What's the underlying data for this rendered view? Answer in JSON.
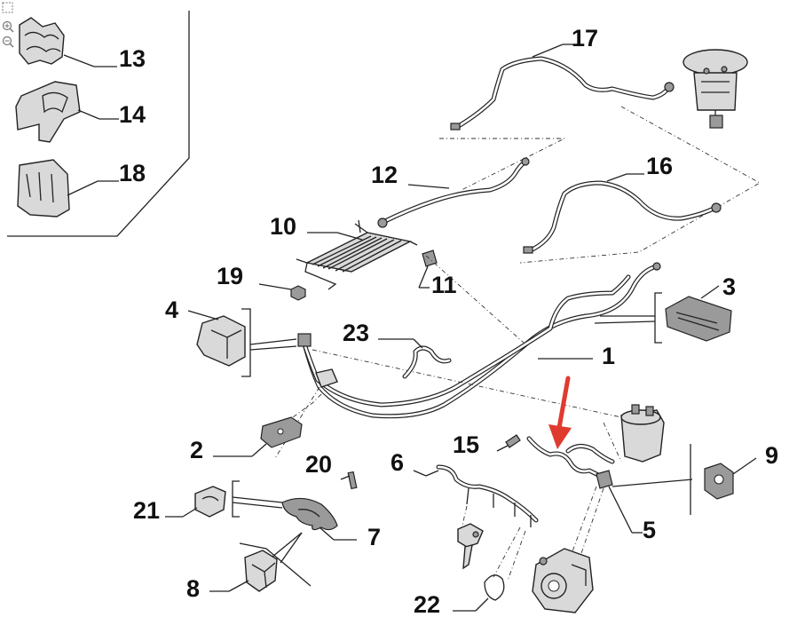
{
  "toolbar": {
    "fit_icon": "fit-to-window-icon",
    "zoom_in_icon": "zoom-in-icon",
    "zoom_out_icon": "zoom-out-icon"
  },
  "labels": {
    "p1": "1",
    "p2": "2",
    "p3": "3",
    "p4": "4",
    "p5": "5",
    "p6": "6",
    "p7": "7",
    "p8": "8",
    "p9": "9",
    "p10": "10",
    "p11": "11",
    "p12": "12",
    "p13": "13",
    "p14": "14",
    "p15": "15",
    "p16": "16",
    "p17": "17",
    "p18": "18",
    "p19": "19",
    "p20": "20",
    "p21": "21",
    "p22": "22",
    "p23": "23"
  },
  "colors": {
    "highlight_arrow": "#e03a2f",
    "line": "#222222",
    "part_fill": "#d9d9d9"
  }
}
